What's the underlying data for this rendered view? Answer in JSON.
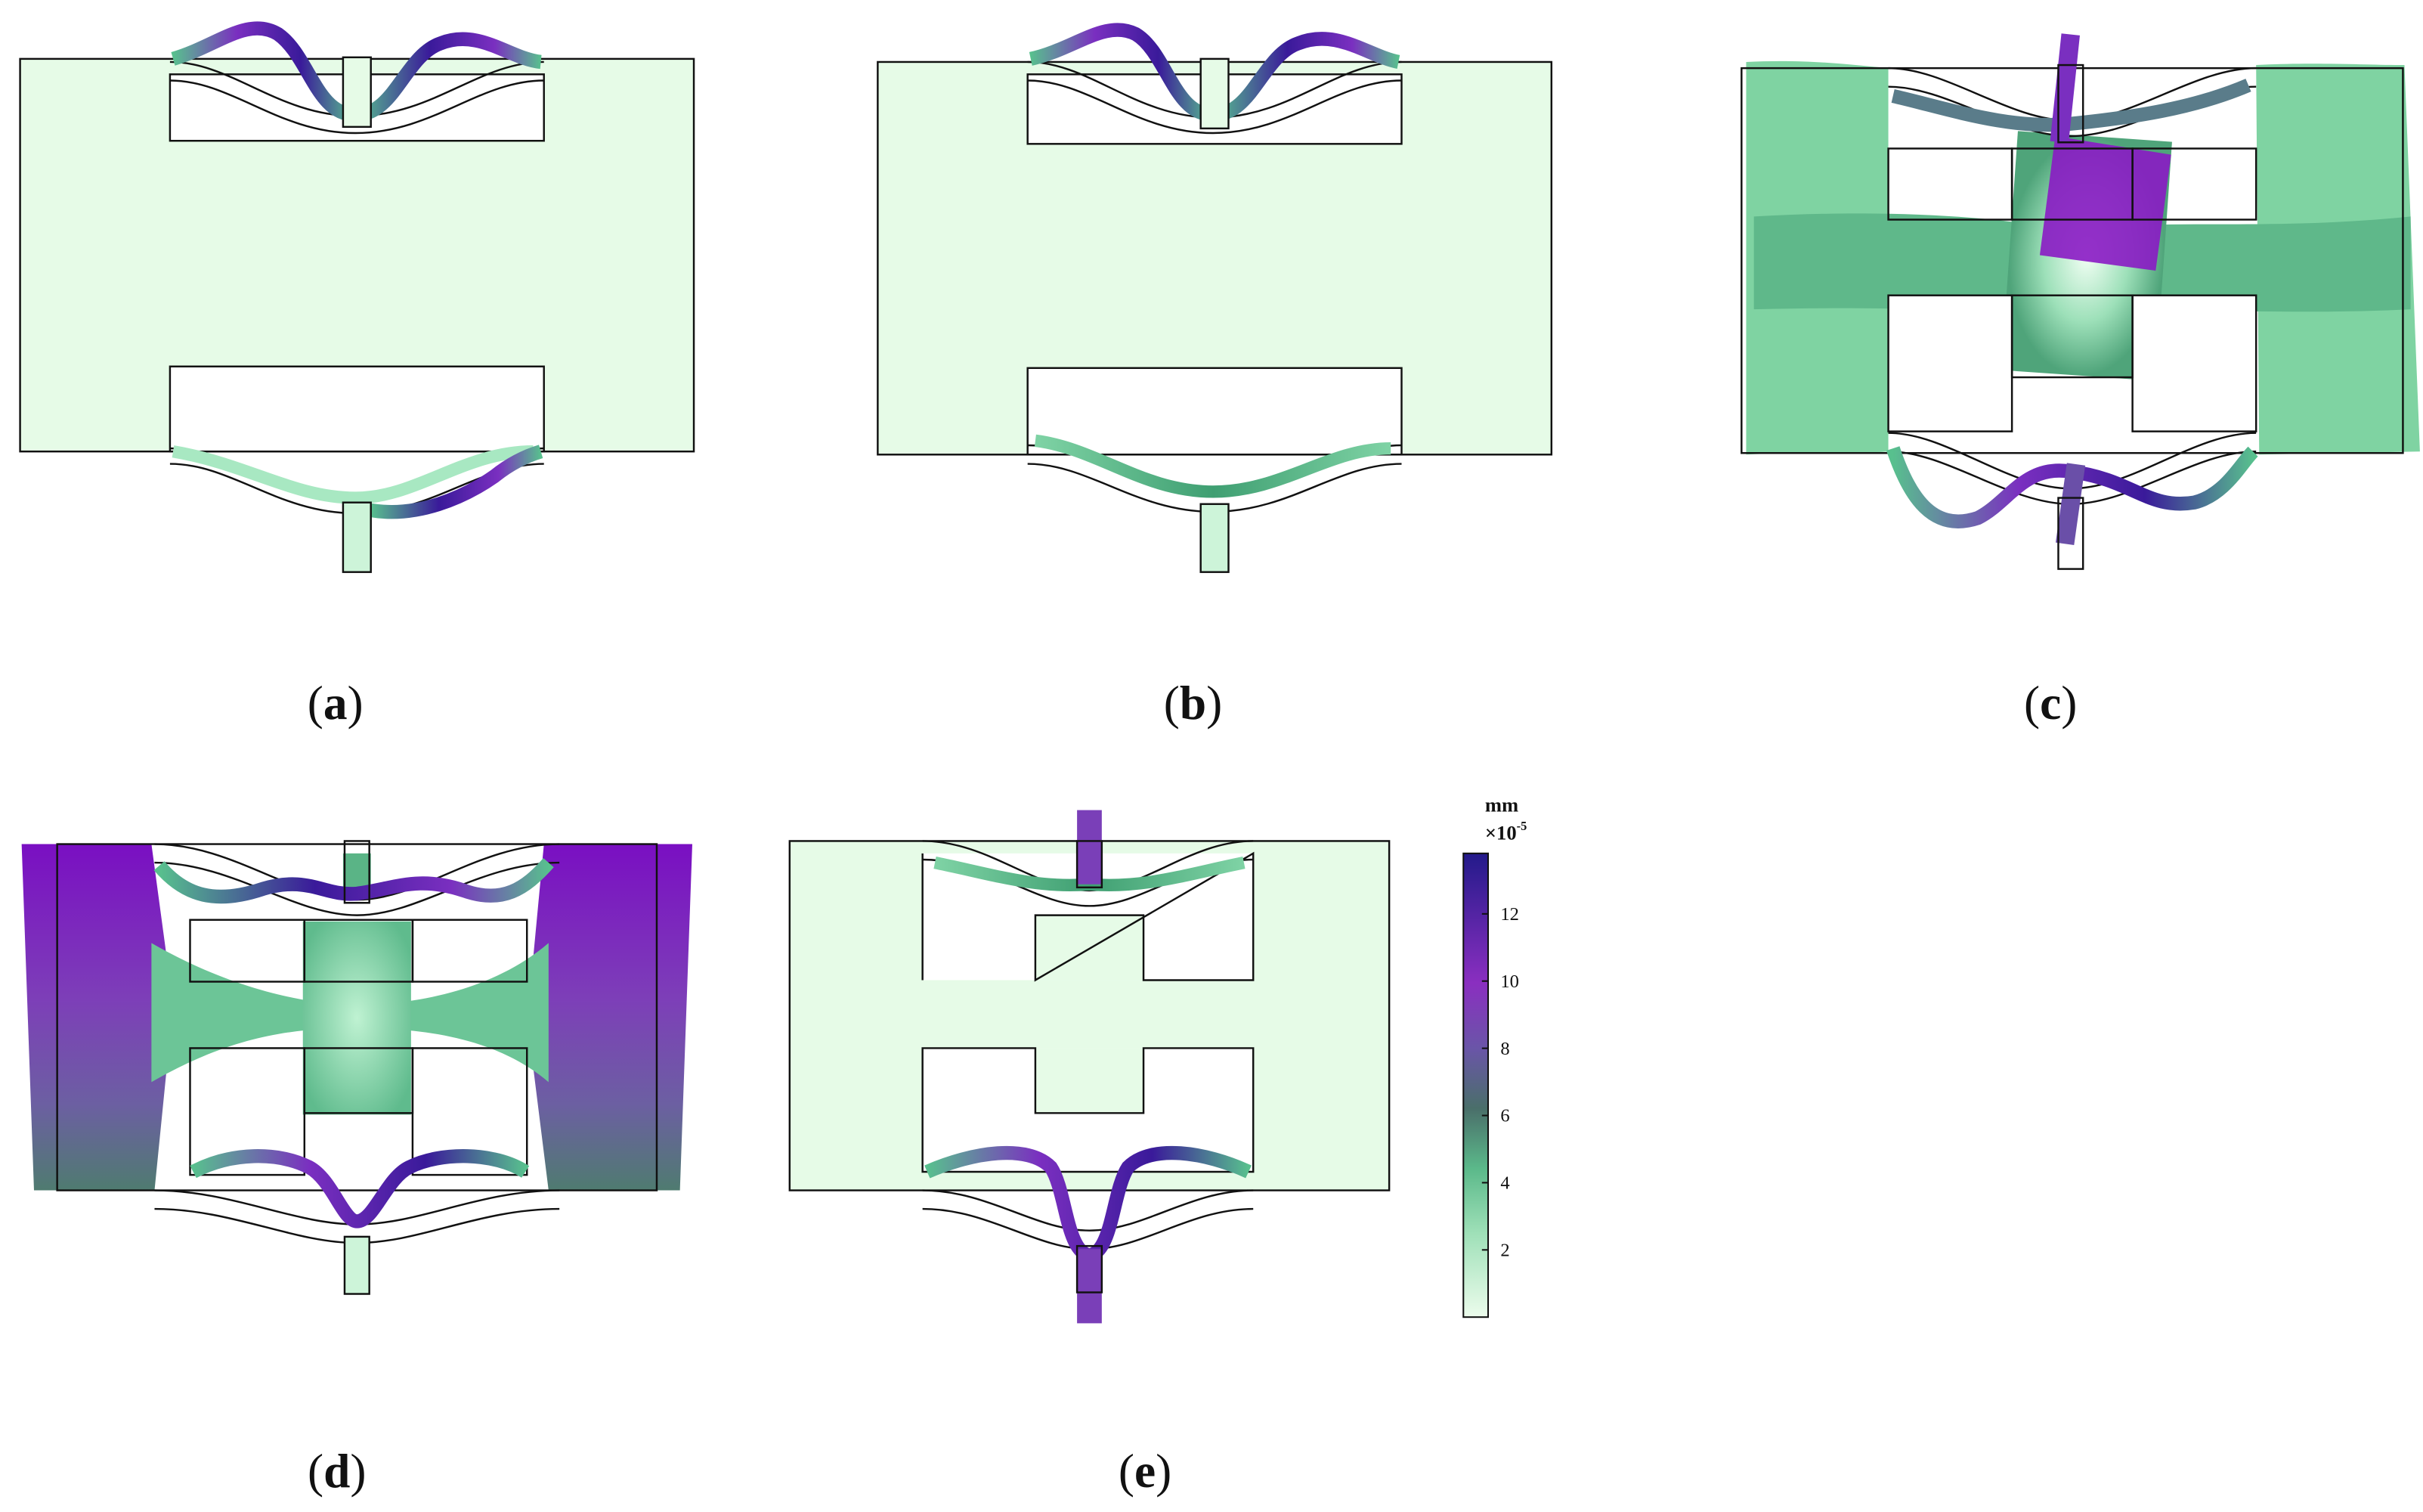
{
  "figure": {
    "panels": [
      {
        "id": "a",
        "label": "a"
      },
      {
        "id": "b",
        "label": "b"
      },
      {
        "id": "c",
        "label": "c"
      },
      {
        "id": "d",
        "label": "d"
      },
      {
        "id": "e",
        "label": "e"
      }
    ],
    "colorbar": {
      "unit": "mm",
      "scale": "×10",
      "scale_exp": "-5",
      "ticks": [
        "2",
        "4",
        "6",
        "8",
        "10",
        "12"
      ],
      "min": 0,
      "max": 13.8,
      "colors": [
        "#e8fbe8",
        "#5bb98a",
        "#4a6f6a",
        "#6a55a8",
        "#8a2fc0",
        "#2a1a8f"
      ]
    }
  }
}
